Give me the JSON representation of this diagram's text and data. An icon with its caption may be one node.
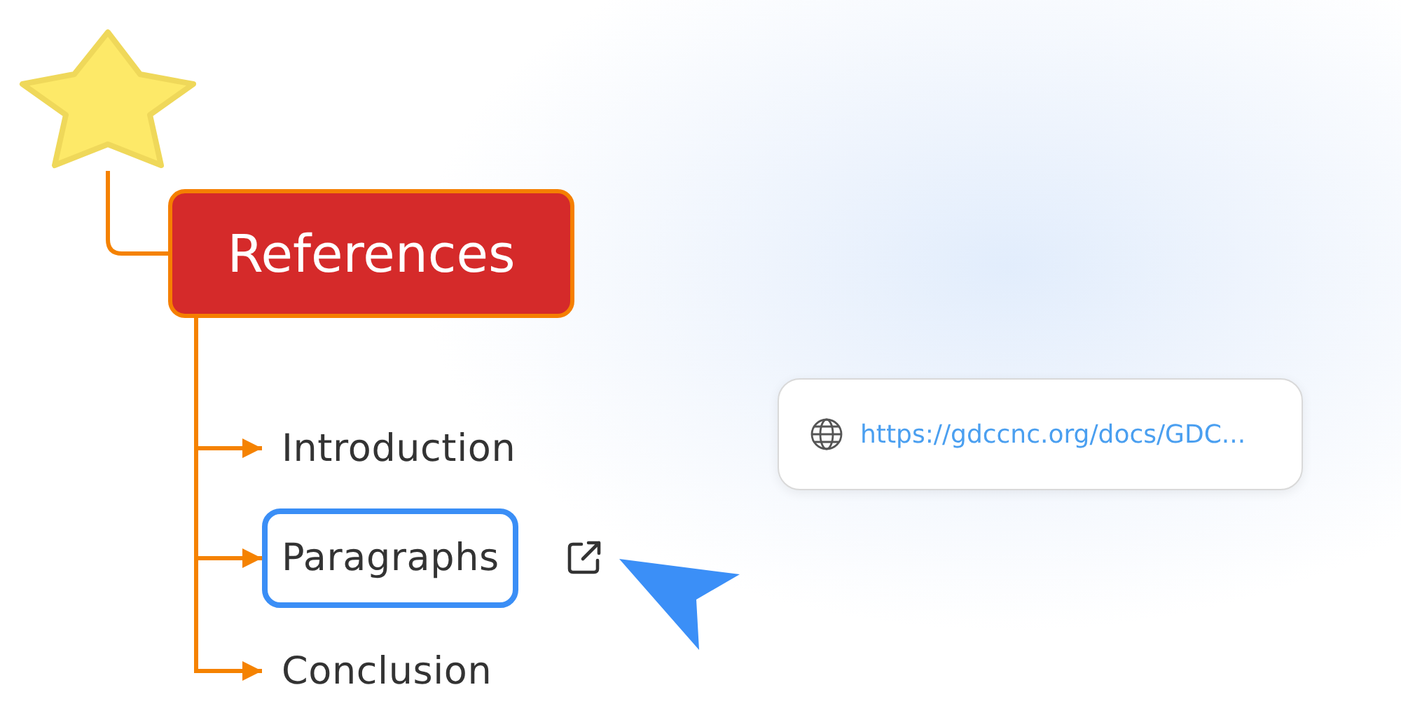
{
  "diagram": {
    "nodes": [
      {
        "text": [],
        "shape": "star"
      },
      {
        "text": [
          "References"
        ]
      },
      {
        "text": [
          "Introduction"
        ]
      },
      {
        "text": [
          "Paragraphs"
        ]
      },
      {
        "text": [
          "Conclusion"
        ]
      },
      {
        "text": [
          "https://gdccnc.org/docs/GDC..."
        ]
      }
    ],
    "edges": [
      {
        "from": 0,
        "to": 1,
        "arrow": "none"
      },
      {
        "from": 1,
        "to": 2,
        "arrow": "to"
      },
      {
        "from": 1,
        "to": 3,
        "arrow": "to"
      },
      {
        "from": 1,
        "to": 4,
        "arrow": "to"
      }
    ]
  }
}
